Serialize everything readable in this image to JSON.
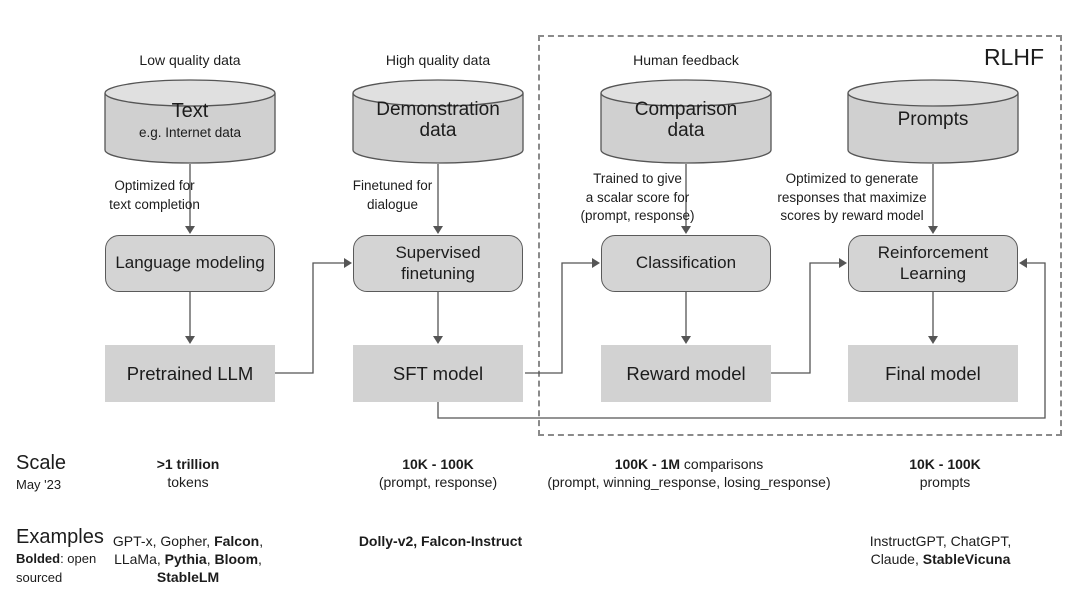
{
  "rlhf_box_label": "RLHF",
  "columns": [
    {
      "top_label": "Low quality data",
      "cylinder": {
        "title": "Text",
        "subtitle": "e.g. Internet data"
      },
      "arrow_note": [
        "Optimized for",
        "text completion"
      ],
      "process_label": "Language modeling",
      "model_label": "Pretrained LLM"
    },
    {
      "top_label": "High quality data",
      "cylinder": {
        "title": "Demonstration data",
        "subtitle": ""
      },
      "arrow_note": [
        "Finetuned for",
        "dialogue"
      ],
      "process_label": "Supervised finetuning",
      "model_label": "SFT model"
    },
    {
      "top_label": "Human feedback",
      "cylinder": {
        "title": "Comparison data",
        "subtitle": ""
      },
      "arrow_note": [
        "Trained to give",
        "a scalar score for",
        "(prompt, response)"
      ],
      "process_label": "Classification",
      "model_label": "Reward model"
    },
    {
      "top_label": "",
      "cylinder": {
        "title": "Prompts",
        "subtitle": ""
      },
      "arrow_note": [
        "Optimized to generate",
        "responses that maximize",
        "scores by reward model"
      ],
      "process_label": "Reinforcement Learning",
      "model_label": "Final model"
    }
  ],
  "scale_row": {
    "header_title": "Scale",
    "header_sub": "May '23",
    "cells": [
      {
        "line1": [
          {
            "t": ">1 trillion",
            "b": true
          }
        ],
        "line2": "tokens"
      },
      {
        "line1": [
          {
            "t": "10K - 100K",
            "b": true
          }
        ],
        "line2": "(prompt, response)"
      },
      {
        "line1": [
          {
            "t": "100K - 1M",
            "b": true
          },
          {
            "t": " comparisons",
            "b": false
          }
        ],
        "line2": "(prompt, winning_response, losing_response)"
      },
      {
        "line1": [
          {
            "t": "10K - 100K",
            "b": true
          }
        ],
        "line2": "prompts"
      }
    ]
  },
  "examples_row": {
    "header_title": "Examples",
    "header_note_line1": [
      {
        "t": "Bolded",
        "b": true
      },
      {
        "t": ": open",
        "b": false
      }
    ],
    "header_note_line2": [
      {
        "t": "sourced",
        "b": false
      }
    ],
    "cells": [
      {
        "lines": [
          [
            {
              "t": "GPT-x, Gopher, ",
              "b": false
            },
            {
              "t": "Falcon",
              "b": true
            },
            {
              "t": ",",
              "b": false
            }
          ],
          [
            {
              "t": "LLaMa, ",
              "b": false
            },
            {
              "t": "Pythia",
              "b": true
            },
            {
              "t": ", ",
              "b": false
            },
            {
              "t": "Bloom",
              "b": true
            },
            {
              "t": ",",
              "b": false
            }
          ],
          [
            {
              "t": "StableLM",
              "b": true
            }
          ]
        ]
      },
      {
        "lines": [
          [
            {
              "t": "Dolly-v2, Falcon-Instruct",
              "b": true
            }
          ]
        ]
      },
      {
        "lines": []
      },
      {
        "lines": [
          [
            {
              "t": "InstructGPT, ChatGPT,",
              "b": false
            }
          ],
          [
            {
              "t": "Claude, ",
              "b": false
            },
            {
              "t": "StableVicuna",
              "b": true
            }
          ]
        ]
      }
    ]
  },
  "colors": {
    "cylinder_body": "#d0d0d0",
    "cylinder_top": "#e0e0e0",
    "box_fill": "#d4d4d4",
    "model_fill": "#d2d2d2",
    "stroke": "#555555",
    "dashed_border": "#8a8a8a",
    "text": "#1c1c1c"
  }
}
